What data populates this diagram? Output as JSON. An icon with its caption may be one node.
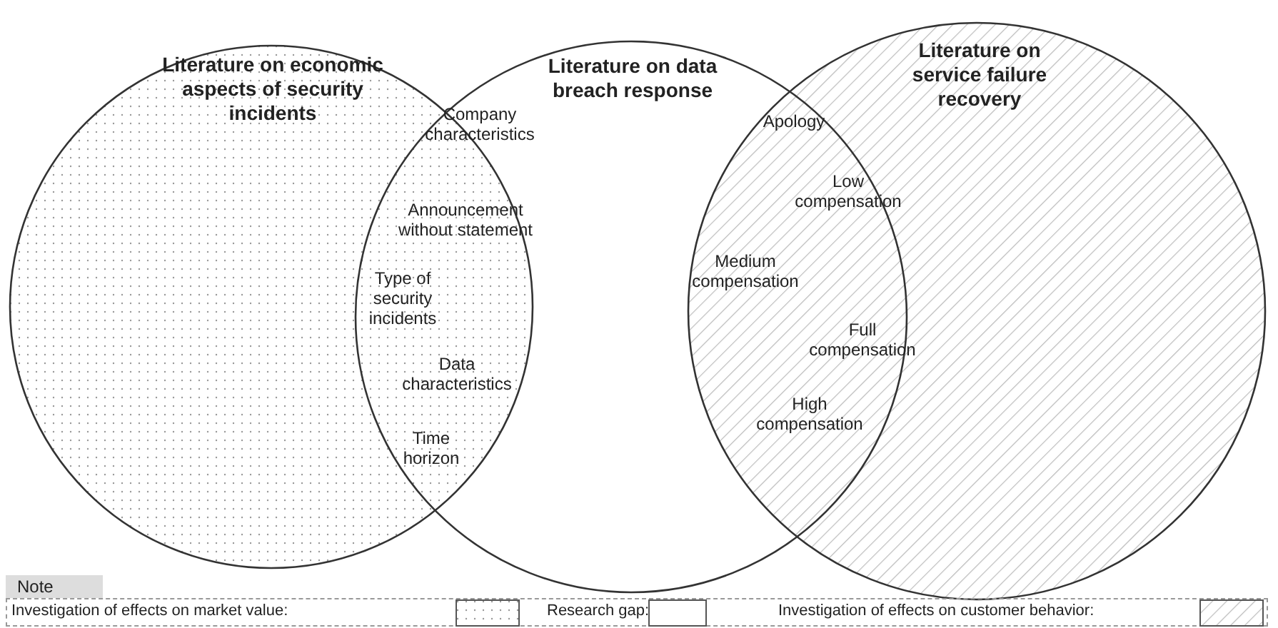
{
  "diagram": {
    "nodes": [
      {
        "text": [
          "Literature on economic aspects of security incidents"
        ]
      },
      {
        "text": [
          "Literature on data breach response"
        ]
      },
      {
        "text": [
          "Literature on service failure recovery"
        ]
      }
    ],
    "labels": [
      "Company characteristics",
      "Announcement without statement",
      "Type of security incidents",
      "Data characteristics",
      "Time horizon",
      "Apology",
      "Low compensation",
      "Medium compensation",
      "Full compensation",
      "High compensation",
      "Note"
    ],
    "legend": [
      {
        "text": "Investigation of effects on market value:"
      },
      {
        "text": "Research gap:"
      },
      {
        "text": "Investigation of effects on customer behavior:"
      }
    ]
  }
}
